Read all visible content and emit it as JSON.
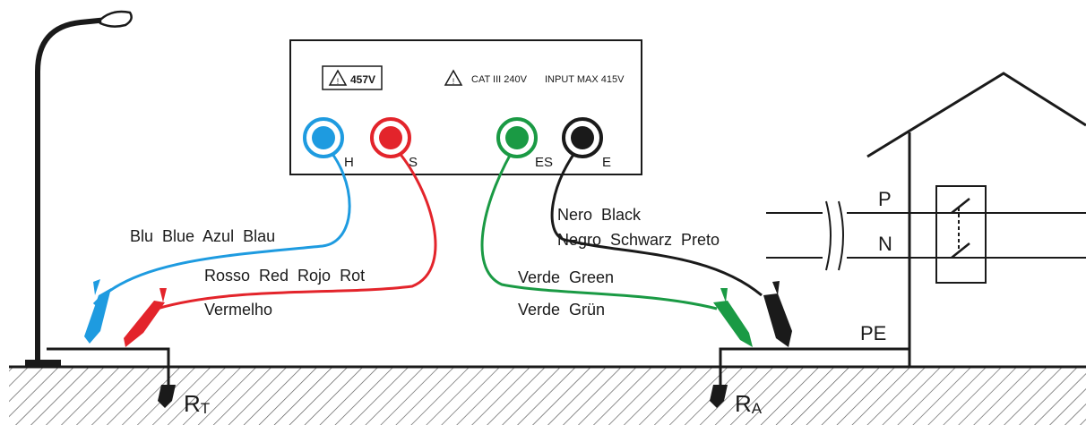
{
  "instrument": {
    "warning_box": "457V",
    "rating": "CAT III 240V",
    "input_max": "INPUT MAX 415V",
    "terminals": [
      {
        "label": "H",
        "color": "#1e9be0"
      },
      {
        "label": "S",
        "color": "#e3242b"
      },
      {
        "label": "ES",
        "color": "#1a9a44"
      },
      {
        "label": "E",
        "color": "#1a1a1a"
      }
    ]
  },
  "wires": {
    "blue": "Blu  Blue  Azul  Blau",
    "red_line1": "Rosso  Red  Rojo  Rot",
    "red_line2": "Vermelho",
    "green_line1": "Verde  Green",
    "green_line2": "Verde  Grün",
    "black_line1": "Nero  Black",
    "black_line2": "Negro  Schwarz  Preto"
  },
  "ground": {
    "rt_main": "R",
    "rt_sub": "T",
    "ra_main": "R",
    "ra_sub": "A"
  },
  "building": {
    "p": "P",
    "n": "N",
    "pe": "PE"
  },
  "colors": {
    "blue": "#1e9be0",
    "red": "#e3242b",
    "green": "#1a9a44",
    "black": "#1a1a1a"
  }
}
